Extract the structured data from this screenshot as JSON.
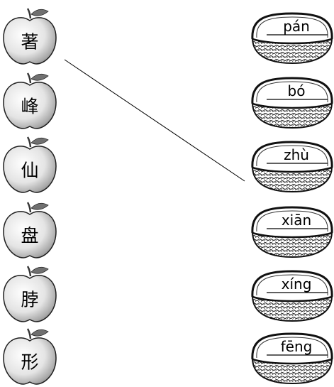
{
  "apples": [
    {
      "char": "著"
    },
    {
      "char": "峰"
    },
    {
      "char": "仙"
    },
    {
      "char": "盘"
    },
    {
      "char": "脖"
    },
    {
      "char": "形"
    }
  ],
  "baskets": [
    {
      "pinyin": "pán"
    },
    {
      "pinyin": "bó"
    },
    {
      "pinyin": "zhù"
    },
    {
      "pinyin": "xiān"
    },
    {
      "pinyin": "xíng"
    },
    {
      "pinyin": "fēng"
    }
  ],
  "connections": [
    {
      "apple": 0,
      "basket": 2
    }
  ]
}
